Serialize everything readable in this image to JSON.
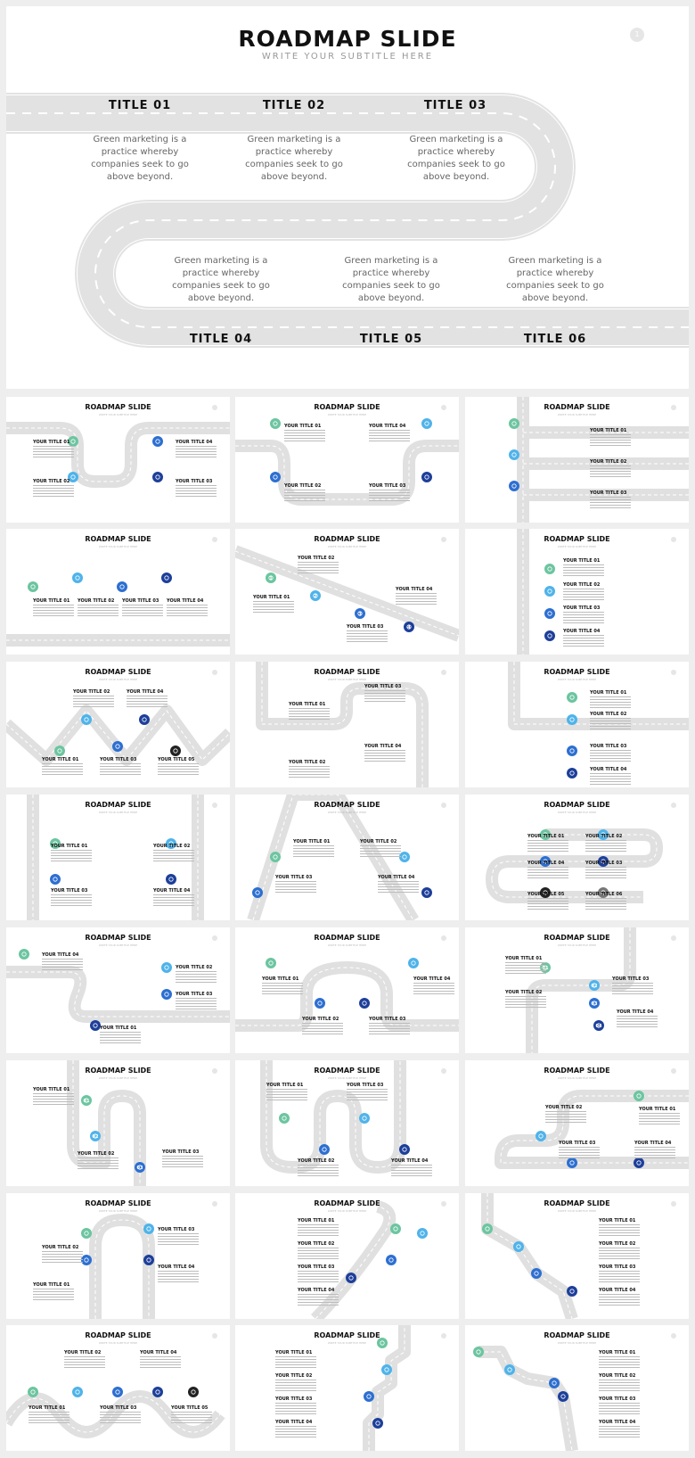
{
  "hero": {
    "title": "ROADMAP SLIDE",
    "subtitle": "WRITE YOUR SUBTITLE HERE",
    "page_number": "1",
    "stages": [
      {
        "title": "TITLE 01",
        "text": "Green marketing is a practice whereby companies seek to go above beyond."
      },
      {
        "title": "TITLE 02",
        "text": "Green marketing is a practice whereby companies seek to go above beyond."
      },
      {
        "title": "TITLE 03",
        "text": "Green marketing is a practice whereby companies seek to go above beyond."
      },
      {
        "title": "TITLE 04",
        "text": "Green marketing is a practice whereby companies seek to go above beyond."
      },
      {
        "title": "TITLE 05",
        "text": "Green marketing is a practice whereby companies seek to go above beyond."
      },
      {
        "title": "TITLE 06",
        "text": "Green marketing is a practice whereby companies seek to go above beyond."
      }
    ]
  },
  "thumbnail_title": "ROADMAP SLIDE",
  "thumbnail_subtitle": "WRITE YOUR SUBTITLE HERE",
  "colors": {
    "road": "#e0e0e0",
    "road_dash": "#ffffff",
    "green": "#6cc5a0",
    "light_blue": "#4fb3ea",
    "blue": "#2d6fd1",
    "dark_blue": "#1d3f9a",
    "black": "#222222",
    "grey": "#777777"
  },
  "thumbnails": [
    {
      "labels": [
        "YOUR TITLE 01",
        "YOUR TITLE 02",
        "YOUR TITLE 04",
        "YOUR TITLE 03"
      ]
    },
    {
      "labels": [
        "YOUR TITLE 01",
        "YOUR TITLE 04",
        "YOUR TITLE 02",
        "YOUR TITLE 03"
      ]
    },
    {
      "labels": [
        "YOUR TITLE 01",
        "YOUR TITLE 02",
        "YOUR TITLE 03"
      ]
    },
    {
      "labels": [
        "YOUR TITLE 01",
        "YOUR TITLE 02",
        "YOUR TITLE 03",
        "YOUR TITLE 04"
      ]
    },
    {
      "labels": [
        "YOUR TITLE 02",
        "YOUR TITLE 01",
        "YOUR TITLE 04",
        "YOUR TITLE 03"
      ],
      "numbers": [
        "1",
        "2",
        "3",
        "4"
      ]
    },
    {
      "labels": [
        "YOUR TITLE 01",
        "YOUR TITLE 02",
        "YOUR TITLE 03",
        "YOUR TITLE 04"
      ]
    },
    {
      "labels": [
        "YOUR TITLE 02",
        "YOUR TITLE 04",
        "YOUR TITLE 01",
        "YOUR TITLE 03",
        "YOUR TITLE 05"
      ]
    },
    {
      "labels": [
        "YOUR TITLE 03",
        "YOUR TITLE 01",
        "YOUR TITLE 04",
        "YOUR TITLE 02"
      ]
    },
    {
      "labels": [
        "YOUR TITLE 01",
        "YOUR TITLE 02",
        "YOUR TITLE 03",
        "YOUR TITLE 04"
      ]
    },
    {
      "labels": [
        "YOUR TITLE 01",
        "YOUR TITLE 02",
        "YOUR TITLE 03",
        "YOUR TITLE 04"
      ]
    },
    {
      "labels": [
        "YOUR TITLE 01",
        "YOUR TITLE 02",
        "YOUR TITLE 03",
        "YOUR TITLE 04"
      ]
    },
    {
      "labels": [
        "YOUR TITLE 01",
        "YOUR TITLE 02",
        "YOUR TITLE 04",
        "YOUR TITLE 03",
        "YOUR TITLE 05",
        "YOUR TITLE 06"
      ]
    },
    {
      "labels": [
        "YOUR TITLE 04",
        "YOUR TITLE 02",
        "YOUR TITLE 03",
        "YOUR TITLE 01"
      ]
    },
    {
      "labels": [
        "YOUR TITLE 01",
        "YOUR TITLE 04",
        "YOUR TITLE 02",
        "YOUR TITLE 03"
      ]
    },
    {
      "labels": [
        "YOUR TITLE 01",
        "YOUR TITLE 03",
        "YOUR TITLE 02",
        "YOUR TITLE 04"
      ],
      "numbers": [
        "01",
        "02",
        "03",
        "04"
      ]
    },
    {
      "labels": [
        "YOUR TITLE 01",
        "YOUR TITLE 02",
        "YOUR TITLE 03"
      ],
      "numbers": [
        "01",
        "02",
        "03"
      ]
    },
    {
      "labels": [
        "YOUR TITLE 01",
        "YOUR TITLE 03",
        "YOUR TITLE 02",
        "YOUR TITLE 04"
      ]
    },
    {
      "labels": [
        "YOUR TITLE 02",
        "YOUR TITLE 01",
        "YOUR TITLE 03",
        "YOUR TITLE 04"
      ]
    },
    {
      "labels": [
        "YOUR TITLE 03",
        "YOUR TITLE 02",
        "YOUR TITLE 04",
        "YOUR TITLE 01"
      ]
    },
    {
      "labels": [
        "YOUR TITLE 01",
        "YOUR TITLE 02",
        "YOUR TITLE 03",
        "YOUR TITLE 04"
      ]
    },
    {
      "labels": [
        "YOUR TITLE 01",
        "YOUR TITLE 02",
        "YOUR TITLE 03",
        "YOUR TITLE 04"
      ]
    },
    {
      "labels": [
        "YOUR TITLE 02",
        "YOUR TITLE 04",
        "YOUR TITLE 01",
        "YOUR TITLE 03",
        "YOUR TITLE 05"
      ]
    },
    {
      "labels": [
        "YOUR TITLE 01",
        "YOUR TITLE 02",
        "YOUR TITLE 03",
        "YOUR TITLE 04"
      ]
    },
    {
      "labels": [
        "YOUR TITLE 01",
        "YOUR TITLE 02",
        "YOUR TITLE 03",
        "YOUR TITLE 04"
      ]
    }
  ]
}
